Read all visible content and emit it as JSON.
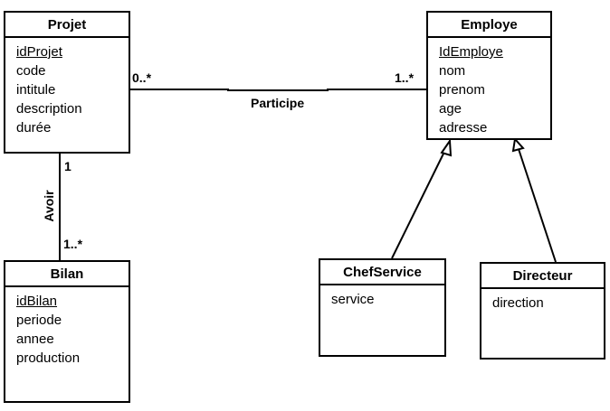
{
  "diagram": {
    "classes": {
      "projet": {
        "name": "Projet",
        "attributes": [
          {
            "text": "idProjet",
            "key": true
          },
          {
            "text": "code",
            "key": false
          },
          {
            "text": "intitule",
            "key": false
          },
          {
            "text": "description",
            "key": false
          },
          {
            "text": "durée",
            "key": false
          }
        ]
      },
      "employe": {
        "name": "Employe",
        "attributes": [
          {
            "text": "IdEmploye",
            "key": true
          },
          {
            "text": "nom",
            "key": false
          },
          {
            "text": "prenom",
            "key": false
          },
          {
            "text": "age",
            "key": false
          },
          {
            "text": "adresse",
            "key": false
          }
        ]
      },
      "bilan": {
        "name": "Bilan",
        "attributes": [
          {
            "text": "idBilan",
            "key": true
          },
          {
            "text": "periode",
            "key": false
          },
          {
            "text": "annee",
            "key": false
          },
          {
            "text": "production",
            "key": false
          }
        ]
      },
      "chefservice": {
        "name": "ChefService",
        "attributes": [
          {
            "text": "service",
            "key": false
          }
        ]
      },
      "directeur": {
        "name": "Directeur",
        "attributes": [
          {
            "text": "direction",
            "key": false
          }
        ]
      }
    },
    "associations": {
      "participe": {
        "label": "Participe",
        "mult_projet": "0..*",
        "mult_employe": "1..*"
      },
      "avoir": {
        "label": "Avoir",
        "mult_projet": "1",
        "mult_bilan": "1..*"
      }
    }
  }
}
